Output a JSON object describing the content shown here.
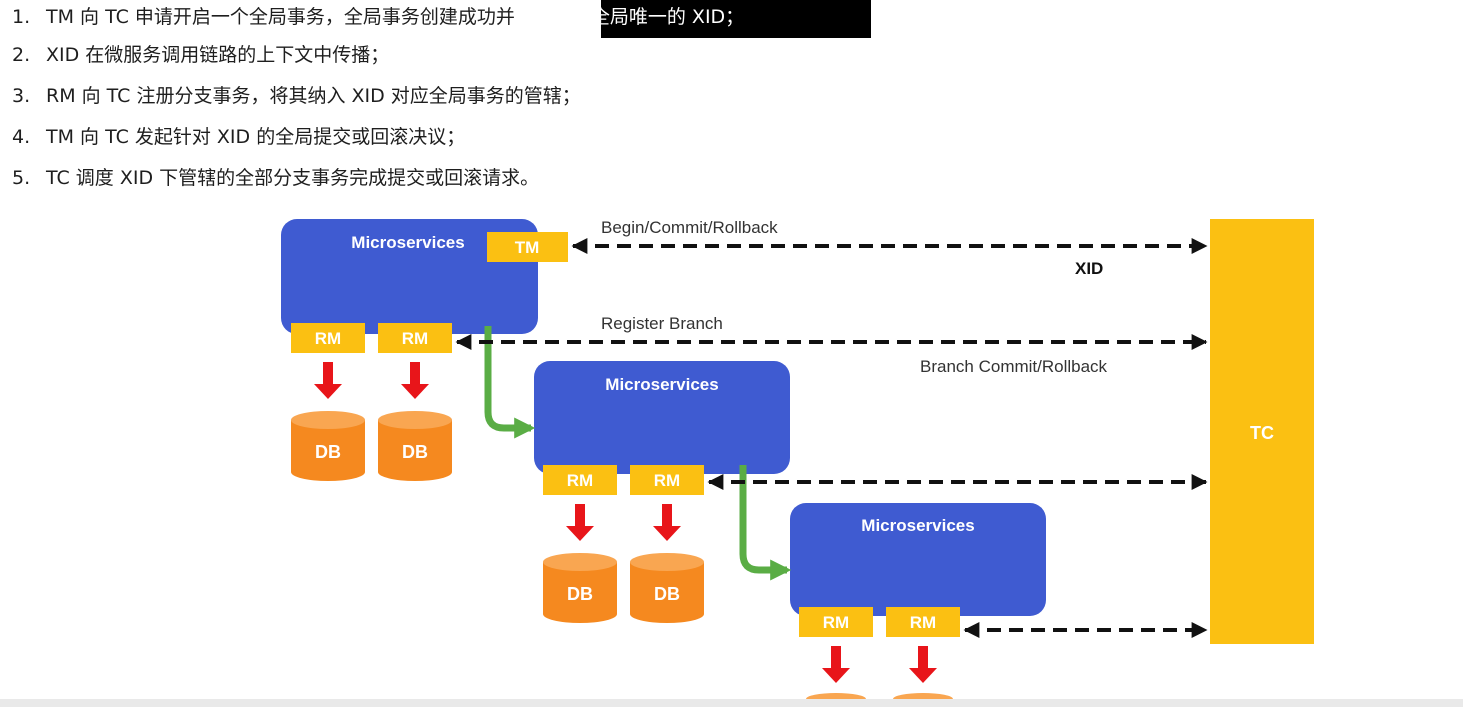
{
  "steps": [
    {
      "num": "1.",
      "text_a": "TM 向 TC 申请开启一个全局事务，全局事务创建成功并",
      "text_b": "生成一个全局唯一的 XID；"
    },
    {
      "num": "2.",
      "text": "XID 在微服务调用链路的上下文中传播；"
    },
    {
      "num": "3.",
      "text": "RM 向 TC 注册分支事务，将其纳入 XID 对应全局事务的管辖；"
    },
    {
      "num": "4.",
      "text": "TM 向 TC 发起针对 XID 的全局提交或回滚决议；"
    },
    {
      "num": "5.",
      "text": "TC 调度 XID 下管辖的全部分支事务完成提交或回滚请求。"
    }
  ],
  "diagram": {
    "microservice_label": "Microservices",
    "tm_label": "TM",
    "rm_label": "RM",
    "db_label": "DB",
    "tc_label": "TC",
    "arrow_labels": {
      "begin_commit": "Begin/Commit/Rollback",
      "xid": "XID",
      "register_branch": "Register Branch",
      "branch_commit": "Branch Commit/Rollback"
    },
    "colors": {
      "microservice": "#3f5bd1",
      "tag": "#fbc012",
      "tc": "#fbc012",
      "db": "#f5891f",
      "db_top": "#f9a651",
      "down_arrow": "#e8151a",
      "call_arrow": "#5aad45",
      "dashed": "#111111"
    }
  }
}
